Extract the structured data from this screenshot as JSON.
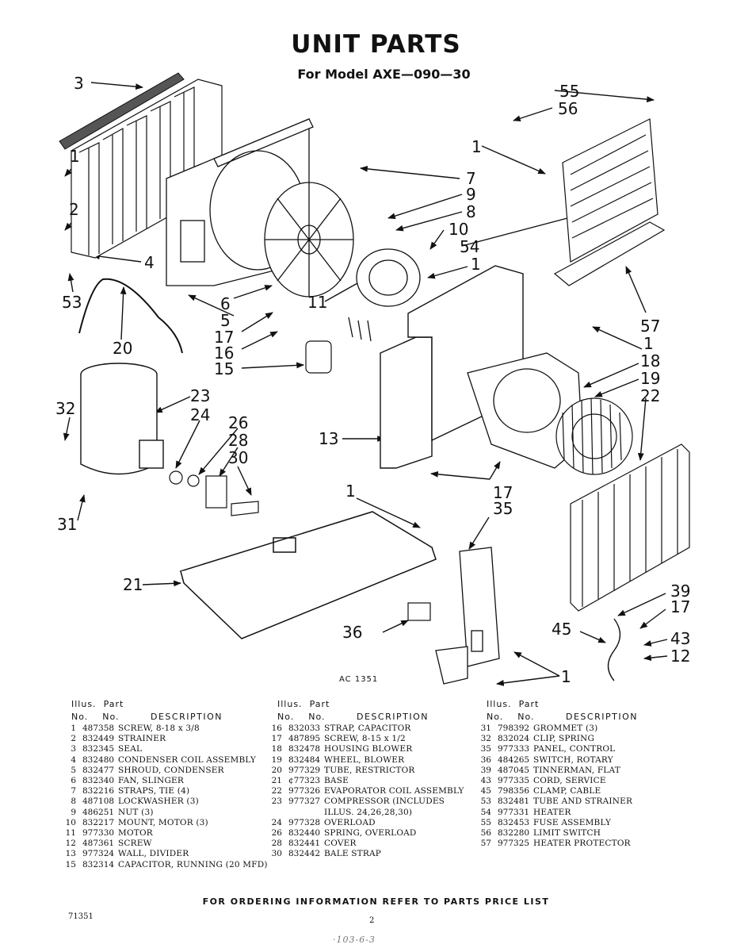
{
  "page": {
    "title": "UNIT PARTS",
    "model_line": "For Model   AXE—090—30",
    "figure_code": "AC 1351",
    "footer": "FOR ORDERING INFORMATION REFER TO PARTS PRICE LIST",
    "doc_number": "71351",
    "page_number": "2",
    "handwritten_note": "·103-6-3"
  },
  "callouts": [
    "3",
    "1",
    "2",
    "4",
    "53",
    "20",
    "6",
    "5",
    "17",
    "16",
    "15",
    "11",
    "9",
    "8",
    "10",
    "54",
    "1",
    "55",
    "56",
    "1",
    "7",
    "57",
    "1",
    "18",
    "19",
    "22",
    "23",
    "24",
    "32",
    "26",
    "28",
    "30",
    "31",
    "13",
    "17",
    "1",
    "35",
    "21",
    "36",
    "39",
    "17",
    "45",
    "43",
    "12",
    "1"
  ],
  "parts_header": {
    "illus": "Illus.",
    "part": "Part",
    "no": "No.",
    "no2": "No.",
    "description": "DESCRIPTION"
  },
  "parts_columns": [
    [
      {
        "n": "1",
        "p": "487358",
        "d": "SCREW, 8-18 x 3/8"
      },
      {
        "n": "2",
        "p": "832449",
        "d": "STRAINER"
      },
      {
        "n": "3",
        "p": "832345",
        "d": "SEAL"
      },
      {
        "n": "4",
        "p": "832480",
        "d": "CONDENSER COIL ASSEMBLY"
      },
      {
        "n": "5",
        "p": "832477",
        "d": "SHROUD, CONDENSER"
      },
      {
        "n": "6",
        "p": "832340",
        "d": "FAN, SLINGER"
      },
      {
        "n": "7",
        "p": "832216",
        "d": "STRAPS, TIE (4)"
      },
      {
        "n": "8",
        "p": "487108",
        "d": "LOCKWASHER (3)"
      },
      {
        "n": "9",
        "p": "486251",
        "d": "NUT (3)"
      },
      {
        "n": "10",
        "p": "832217",
        "d": "MOUNT, MOTOR (3)"
      },
      {
        "n": "11",
        "p": "977330",
        "d": "MOTOR"
      },
      {
        "n": "12",
        "p": "487361",
        "d": "SCREW"
      },
      {
        "n": "13",
        "p": "977324",
        "d": "WALL, DIVIDER"
      },
      {
        "n": "15",
        "p": "832314",
        "d": "CAPACITOR, RUNNING (20 MFD)"
      }
    ],
    [
      {
        "n": "16",
        "p": "832033",
        "d": "STRAP, CAPACITOR"
      },
      {
        "n": "17",
        "p": "487895",
        "d": "SCREW, 8-15 x 1/2"
      },
      {
        "n": "18",
        "p": "832478",
        "d": "HOUSING BLOWER"
      },
      {
        "n": "19",
        "p": "832484",
        "d": "WHEEL, BLOWER"
      },
      {
        "n": "20",
        "p": "977329",
        "d": "TUBE, RESTRICTOR"
      },
      {
        "n": "21",
        "p": "¢77323",
        "d": "BASE"
      },
      {
        "n": "22",
        "p": "977326",
        "d": "EVAPORATOR COIL ASSEMBLY"
      },
      {
        "n": "23",
        "p": "977327",
        "d": "COMPRESSOR (INCLUDES"
      },
      {
        "n": "",
        "p": "",
        "d": "ILLUS. 24,26,28,30)"
      },
      {
        "n": "24",
        "p": "977328",
        "d": "OVERLOAD"
      },
      {
        "n": "26",
        "p": "832440",
        "d": "SPRING, OVERLOAD"
      },
      {
        "n": "28",
        "p": "832441",
        "d": "COVER"
      },
      {
        "n": "30",
        "p": "832442",
        "d": "BALE STRAP"
      }
    ],
    [
      {
        "n": "31",
        "p": "798392",
        "d": "GROMMET (3)"
      },
      {
        "n": "32",
        "p": "832024",
        "d": "CLIP, SPRING"
      },
      {
        "n": "35",
        "p": "977333",
        "d": "PANEL, CONTROL"
      },
      {
        "n": "36",
        "p": "484265",
        "d": "SWITCH, ROTARY"
      },
      {
        "n": "39",
        "p": "487045",
        "d": "TINNERMAN, FLAT"
      },
      {
        "n": "43",
        "p": "977335",
        "d": "CORD, SERVICE"
      },
      {
        "n": "45",
        "p": "798356",
        "d": "CLAMP, CABLE"
      },
      {
        "n": "53",
        "p": "832481",
        "d": "TUBE AND STRAINER"
      },
      {
        "n": "54",
        "p": "977331",
        "d": "HEATER"
      },
      {
        "n": "55",
        "p": "832453",
        "d": "FUSE ASSEMBLY"
      },
      {
        "n": "56",
        "p": "832280",
        "d": "LIMIT SWITCH"
      },
      {
        "n": "57",
        "p": "977325",
        "d": "HEATER PROTECTOR"
      }
    ]
  ]
}
